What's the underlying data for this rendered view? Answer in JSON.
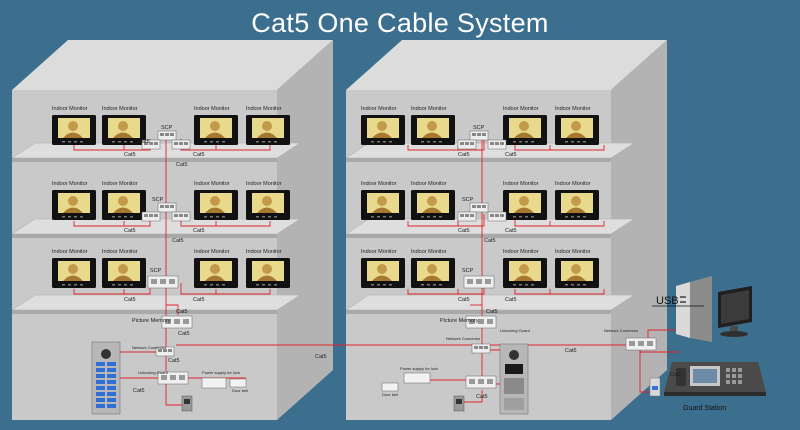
{
  "title": "Cat5 One Cable System",
  "labels": {
    "indoor_monitor": "Indoor Monitor",
    "scp": "SCP",
    "cat5": "Cat5",
    "picture_memory": "Picture Memory",
    "network_connector": "Network Connector",
    "unlocking_guard": "Unlocking Guard",
    "power_supply_lock": "Power supply for lock",
    "door_bell": "Door bell",
    "usb": "USB",
    "guard_station": "Guard Station"
  },
  "colors": {
    "background": "#3c6e8e",
    "building_front": "#c9c9c9",
    "building_side": "#b3b3b3",
    "building_top": "#dcdcdc",
    "cable": "#e0232b",
    "title": "#ffffff"
  },
  "icons": [
    "indoor-monitor-icon",
    "scp-module-icon",
    "door-panel-icon",
    "computer-icon",
    "guard-station-icon",
    "lock-icon"
  ]
}
